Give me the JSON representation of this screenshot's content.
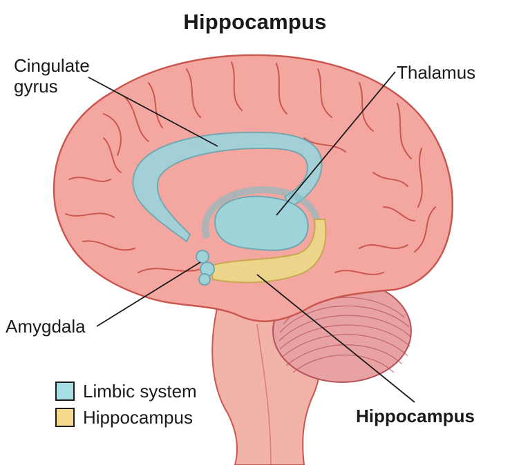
{
  "title": "Hippocampus",
  "labels": {
    "cingulate_line1": "Cingulate",
    "cingulate_line2": "gyrus",
    "thalamus": "Thalamus",
    "amygdala": "Amygdala",
    "hippocampus": "Hippocampus"
  },
  "legend": [
    {
      "label": "Limbic system",
      "color": "#a8dde3"
    },
    {
      "label": "Hippocampus",
      "color": "#f5d98c"
    }
  ],
  "colors": {
    "brain": "#f4a7a0",
    "brain_dark": "#c9574f",
    "limbic": "#9fd3da",
    "hippocampus": "#ecd58a",
    "cerebellum": "#e9a2a3",
    "stem": "#f2b3a8"
  }
}
